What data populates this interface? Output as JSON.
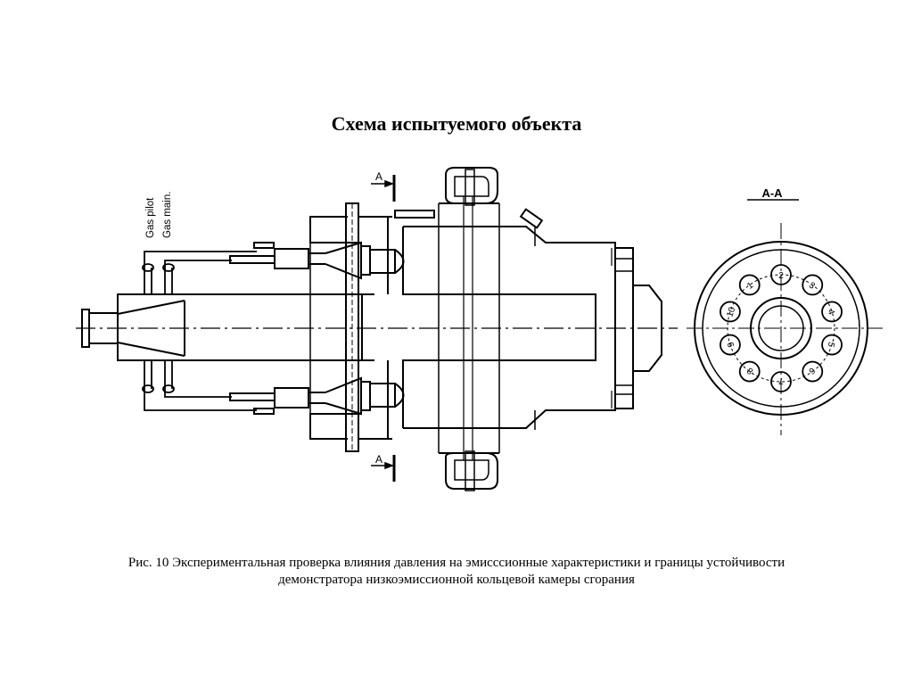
{
  "title": "Схема испытуемого объекта",
  "labels": {
    "gas_pilot": "Gas pilot",
    "gas_main": "Gas main.",
    "section_mark_top": "A",
    "section_mark_bottom": "A",
    "section_view": "A-A"
  },
  "port_numbers": [
    "2",
    "3",
    "4",
    "5",
    "6",
    "7",
    "8",
    "9",
    "10",
    "1"
  ],
  "caption": {
    "line1": "Рис. 10  Экспериментальная проверка влияния давления на эмисссионные характеристики и границы устойчивости",
    "line2": "демонстратора низкоэмиссионной кольцевой камеры сгорания"
  }
}
